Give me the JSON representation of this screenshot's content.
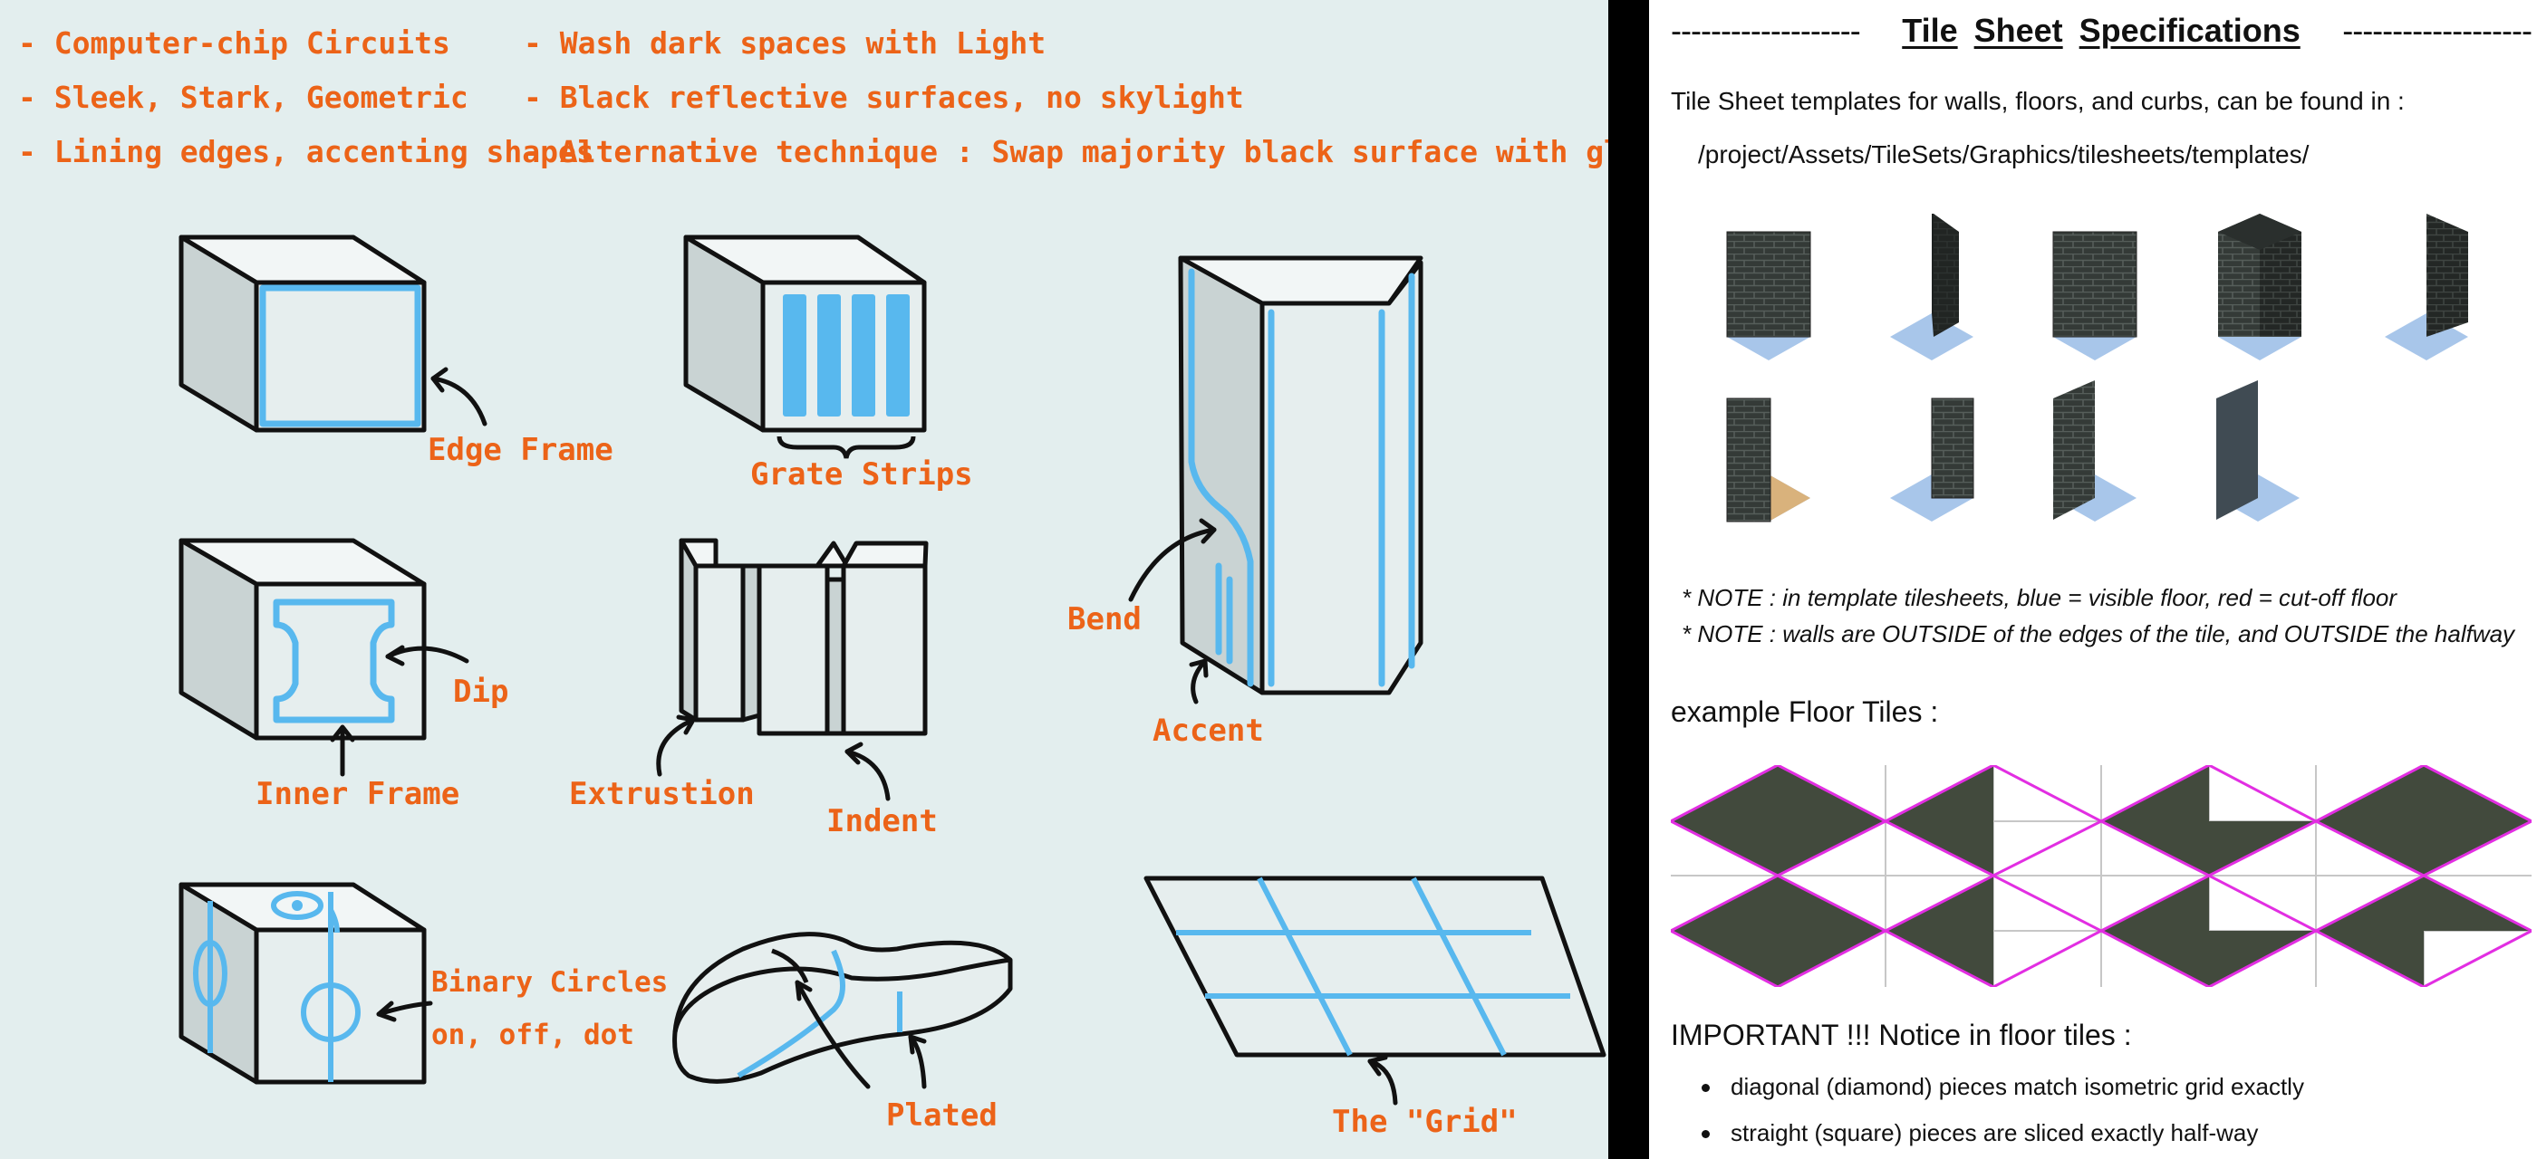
{
  "style_notes": {
    "column1": [
      "- Computer-chip Circuits",
      "- Sleek, Stark, Geometric",
      "- Lining edges, accenting shapes"
    ],
    "column2": [
      "- Wash dark spaces with Light",
      "- Black reflective surfaces, no skylight",
      "- Alternative technique : Swap majority black surface with glowing lights, in"
    ]
  },
  "sketch_labels": {
    "edge_frame": "Edge Frame",
    "grate_strips": "Grate Strips",
    "bend": "Bend",
    "accent": "Accent",
    "dip": "Dip",
    "inner_frame": "Inner Frame",
    "extrusion": "Extrustion",
    "indent": "Indent",
    "binary_circles_1": "Binary Circles",
    "binary_circles_2": "on, off, dot",
    "plated": "Plated",
    "grid": "The \"Grid\""
  },
  "spec": {
    "heading_dashes_left": "-------------------",
    "heading_words": [
      "Tile",
      "Sheet",
      "Specifications"
    ],
    "heading_dashes_right": "-------------------",
    "intro": "Tile Sheet templates for walls, floors, and curbs, can be found in :",
    "path": "/project/Assets/TileSets/Graphics/tilesheets/templates/",
    "note1": "*  NOTE :  in template tilesheets,  blue = visible floor,  red = cut-off floor",
    "note2": "*  NOTE :  walls are OUTSIDE of the edges of the tile, and OUTSIDE the halfway",
    "floor_heading": "example Floor Tiles :",
    "important_bold": "IMPORTANT !!!",
    "important_rest": "  Notice in floor tiles :",
    "bullets": [
      "diagonal (diamond) pieces match isometric grid exactly",
      "straight (square) pieces are sliced exactly half-way"
    ]
  },
  "colors": {
    "sketch_bg": "#e3eeee",
    "accent_orange": "#ec6318",
    "glow_blue": "#58b8ee",
    "floor_blue": "#a8c6ea",
    "floor_tan": "#d9b27c",
    "floor_magenta": "#e22ee2",
    "stone_dark": "#2f3432"
  }
}
